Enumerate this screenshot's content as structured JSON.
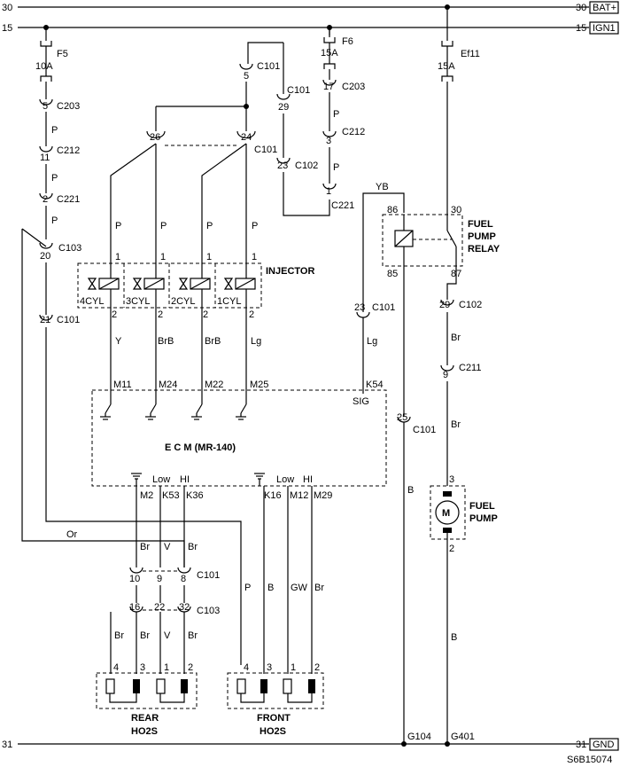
{
  "rails": {
    "bat_left": "30",
    "bat_right": "30",
    "bat_tag": "BAT+",
    "ign_left": "15",
    "ign_right": "15",
    "ign_tag": "IGN1",
    "gnd_left": "31",
    "gnd_right": "31",
    "gnd_tag": "GND"
  },
  "fuses": {
    "f5": {
      "name": "F5",
      "rating": "10A"
    },
    "f6": {
      "name": "F6",
      "rating": "15A"
    },
    "ef11": {
      "name": "Ef11",
      "rating": "15A"
    }
  },
  "connectors": {
    "c203_5": {
      "pin": "5",
      "name": "C203"
    },
    "c212_11": {
      "pin": "11",
      "name": "C212"
    },
    "c221_2": {
      "pin": "2",
      "name": "C221"
    },
    "c103_20": {
      "pin": "20",
      "name": "C103"
    },
    "c101_21": {
      "pin": "21",
      "name": "C101"
    },
    "c101_5": {
      "pin": "5",
      "name": "C101"
    },
    "c101_29": {
      "pin": "29",
      "name": "C101"
    },
    "c101_26": {
      "pin": "26"
    },
    "c101_24": {
      "pin": "24",
      "name": "C101"
    },
    "c102_23": {
      "pin": "23",
      "name": "C102"
    },
    "c203_17": {
      "pin": "17",
      "name": "C203"
    },
    "c212_3": {
      "pin": "3",
      "name": "C212"
    },
    "c221_1": {
      "pin": "1",
      "name": "C221"
    },
    "c101_23": {
      "pin": "23",
      "name": "C101"
    },
    "c101_25": {
      "pin": "25",
      "name": "C101"
    },
    "c102_29": {
      "pin": "29",
      "name": "C102"
    },
    "c211_9": {
      "pin": "9",
      "name": "C211"
    },
    "c101_ho2s": {
      "pins": [
        "10",
        "9",
        "8"
      ],
      "name": "C101"
    },
    "c103_ho2s": {
      "pins": [
        "16",
        "22",
        "32"
      ],
      "name": "C103"
    }
  },
  "wire_colors": {
    "f5_p1": "P",
    "f5_p2": "P",
    "or": "Or",
    "f6_p1": "P",
    "f6_p2": "P",
    "inj": [
      "P",
      "P",
      "P",
      "P"
    ],
    "inj_out": [
      "Y",
      "BrB",
      "BrB",
      "Lg"
    ],
    "yb": "YB",
    "lg": "Lg",
    "b1": "B",
    "b2": "B",
    "br_relay": "Br",
    "br_pump": "Br",
    "rear_upper": [
      "Br",
      "V",
      "Br"
    ],
    "rear_lower": [
      "Br",
      "Br",
      "V",
      "Br"
    ],
    "front": [
      "P",
      "B",
      "GW",
      "Br"
    ]
  },
  "injector": {
    "title": "INJECTOR",
    "cyl": [
      "4CYL",
      "3CYL",
      "2CYL",
      "1CYL"
    ],
    "pin_top": "1",
    "pin_bottom": "2"
  },
  "ecm": {
    "title": "E   C   M   (MR-140)",
    "inj_pins": [
      "M11",
      "M24",
      "M22",
      "M25"
    ],
    "sig_pin": "K54",
    "sig_label": "SIG",
    "rear_pins": [
      "M2",
      "K53",
      "K36"
    ],
    "front_pins": [
      "K16",
      "M12",
      "M29"
    ],
    "low": "Low",
    "hi": "HI"
  },
  "relay": {
    "title_lines": [
      "FUEL",
      "PUMP",
      "RELAY"
    ],
    "pins": {
      "p86": "86",
      "p30": "30",
      "p85": "85",
      "p87": "87"
    }
  },
  "pump": {
    "title_lines": [
      "FUEL",
      "PUMP"
    ],
    "symbol": "M",
    "pin_top": "3",
    "pin_bottom": "2"
  },
  "rear_ho2s": {
    "title_lines": [
      "REAR",
      "HO2S"
    ],
    "pins": [
      "4",
      "3",
      "1",
      "2"
    ]
  },
  "front_ho2s": {
    "title_lines": [
      "FRONT",
      "HO2S"
    ],
    "pins": [
      "4",
      "3",
      "1",
      "2"
    ]
  },
  "grounds": {
    "g104": "G104",
    "g401": "G401"
  },
  "diagram_id": "S6B15074"
}
